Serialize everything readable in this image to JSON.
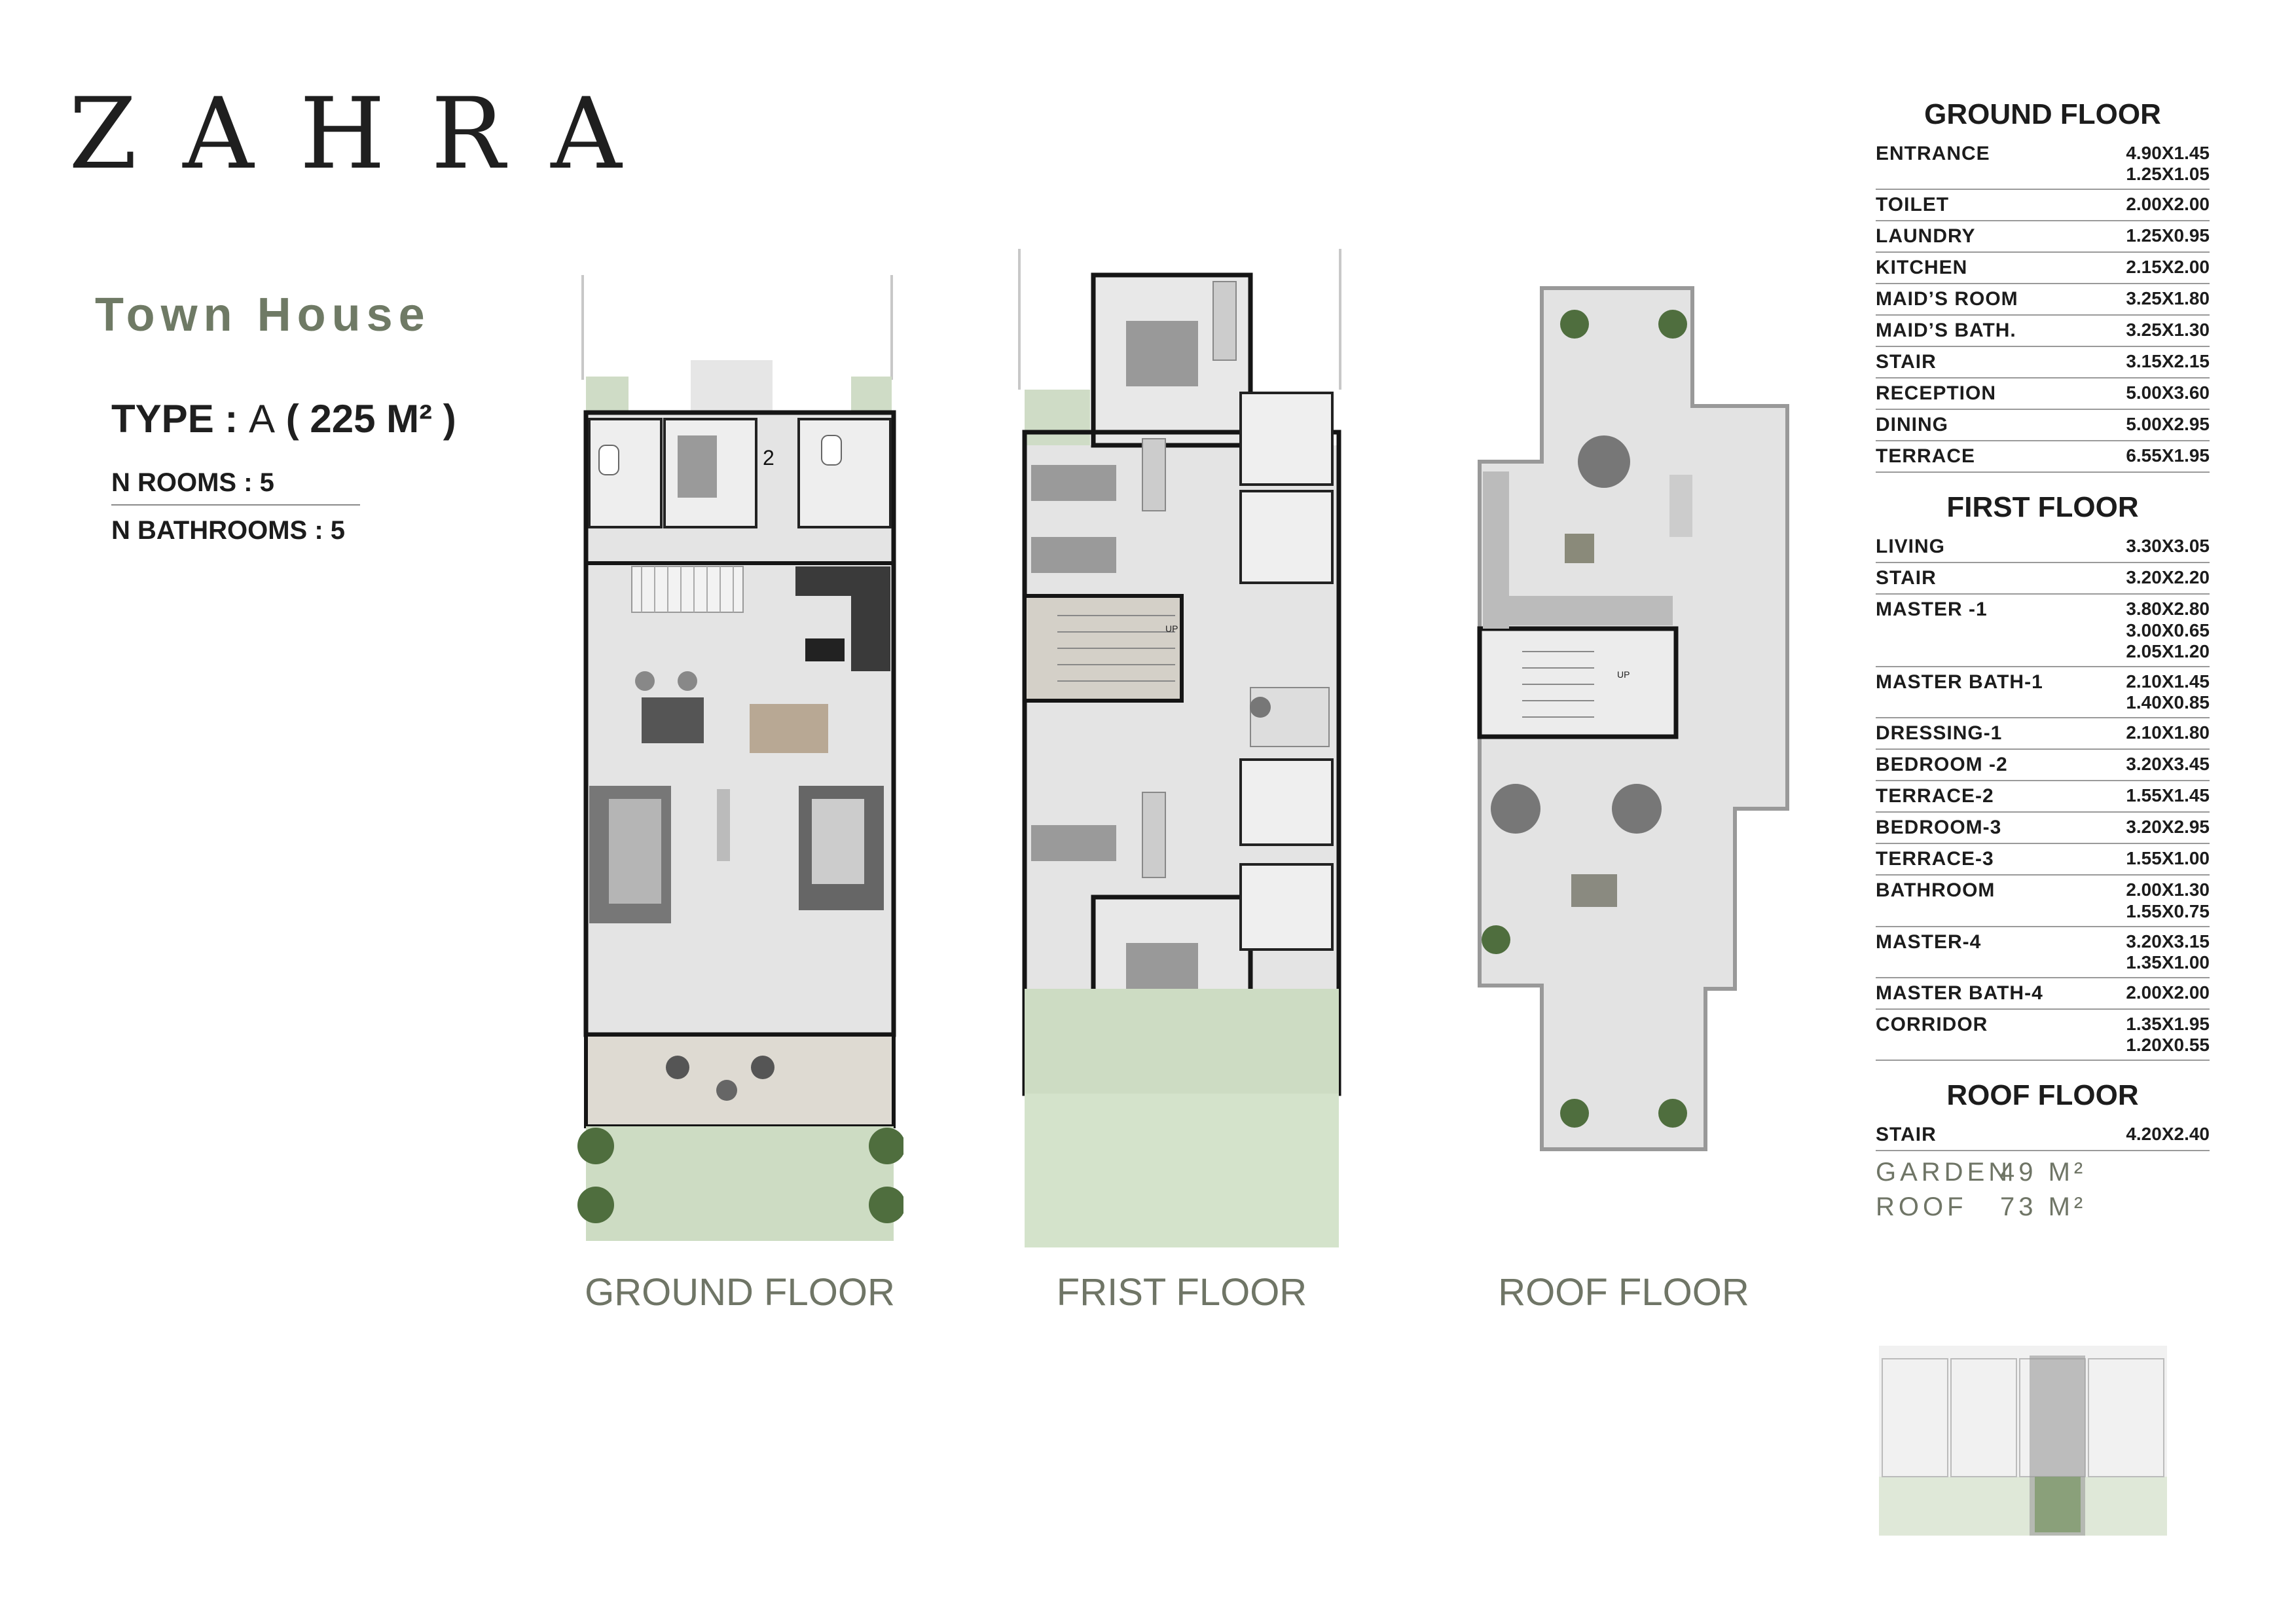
{
  "brand": {
    "logo_text": "ZAHRA"
  },
  "product": {
    "name": "Town House",
    "type_label": "TYPE :",
    "type_value": "A",
    "type_area": "( 225 M² )",
    "rooms": "N ROOMS : 5",
    "bathrooms": "N BATHROOMS : 5"
  },
  "plans": [
    {
      "label": "GROUND FLOOR",
      "stair_number": "2"
    },
    {
      "label": "FRIST FLOOR",
      "stair_up": "UP"
    },
    {
      "label": "ROOF FLOOR",
      "stair_up": "UP"
    }
  ],
  "schedule": {
    "ground_floor": {
      "title": "GROUND FLOOR",
      "rows": [
        {
          "name": "ENTRANCE",
          "dims": [
            "4.90X1.45",
            "1.25X1.05"
          ]
        },
        {
          "name": "TOILET",
          "dims": [
            "2.00X2.00"
          ]
        },
        {
          "name": "LAUNDRY",
          "dims": [
            "1.25X0.95"
          ]
        },
        {
          "name": "KITCHEN",
          "dims": [
            "2.15X2.00"
          ]
        },
        {
          "name": "MAID’S ROOM",
          "dims": [
            "3.25X1.80"
          ]
        },
        {
          "name": "MAID’S BATH.",
          "dims": [
            "3.25X1.30"
          ]
        },
        {
          "name": "STAIR",
          "dims": [
            "3.15X2.15"
          ]
        },
        {
          "name": "RECEPTION",
          "dims": [
            "5.00X3.60"
          ]
        },
        {
          "name": "DINING",
          "dims": [
            "5.00X2.95"
          ]
        },
        {
          "name": "TERRACE",
          "dims": [
            "6.55X1.95"
          ]
        }
      ]
    },
    "first_floor": {
      "title": "FIRST FLOOR",
      "rows": [
        {
          "name": "LIVING",
          "dims": [
            "3.30X3.05"
          ]
        },
        {
          "name": "STAIR",
          "dims": [
            "3.20X2.20"
          ]
        },
        {
          "name": "MASTER -1",
          "dims": [
            "3.80X2.80",
            "3.00X0.65",
            "2.05X1.20"
          ]
        },
        {
          "name": "MASTER BATH-1",
          "dims": [
            "2.10X1.45",
            "1.40X0.85"
          ]
        },
        {
          "name": "DRESSING-1",
          "dims": [
            "2.10X1.80"
          ]
        },
        {
          "name": "BEDROOM -2",
          "dims": [
            "3.20X3.45"
          ]
        },
        {
          "name": "TERRACE-2",
          "dims": [
            "1.55X1.45"
          ]
        },
        {
          "name": "BEDROOM-3",
          "dims": [
            "3.20X2.95"
          ]
        },
        {
          "name": "TERRACE-3",
          "dims": [
            "1.55X1.00"
          ]
        },
        {
          "name": "BATHROOM",
          "dims": [
            "2.00X1.30",
            "1.55X0.75"
          ]
        },
        {
          "name": "MASTER-4",
          "dims": [
            "3.20X3.15",
            "1.35X1.00"
          ]
        },
        {
          "name": "MASTER BATH-4",
          "dims": [
            "2.00X2.00"
          ]
        },
        {
          "name": "CORRIDOR",
          "dims": [
            "1.35X1.95",
            "1.20X0.55"
          ]
        }
      ]
    },
    "roof_floor": {
      "title": "ROOF FLOOR",
      "rows": [
        {
          "name": "STAIR",
          "dims": [
            "4.20X2.40"
          ]
        }
      ]
    },
    "areas": [
      {
        "label": "GARDEN",
        "value": "49 M²"
      },
      {
        "label": "ROOF",
        "value": "73 M²"
      }
    ]
  },
  "colors": {
    "accent_green": "#6f7a65",
    "garden": "#cddcc3",
    "floor": "#e3e3e3",
    "wall": "#151515"
  }
}
